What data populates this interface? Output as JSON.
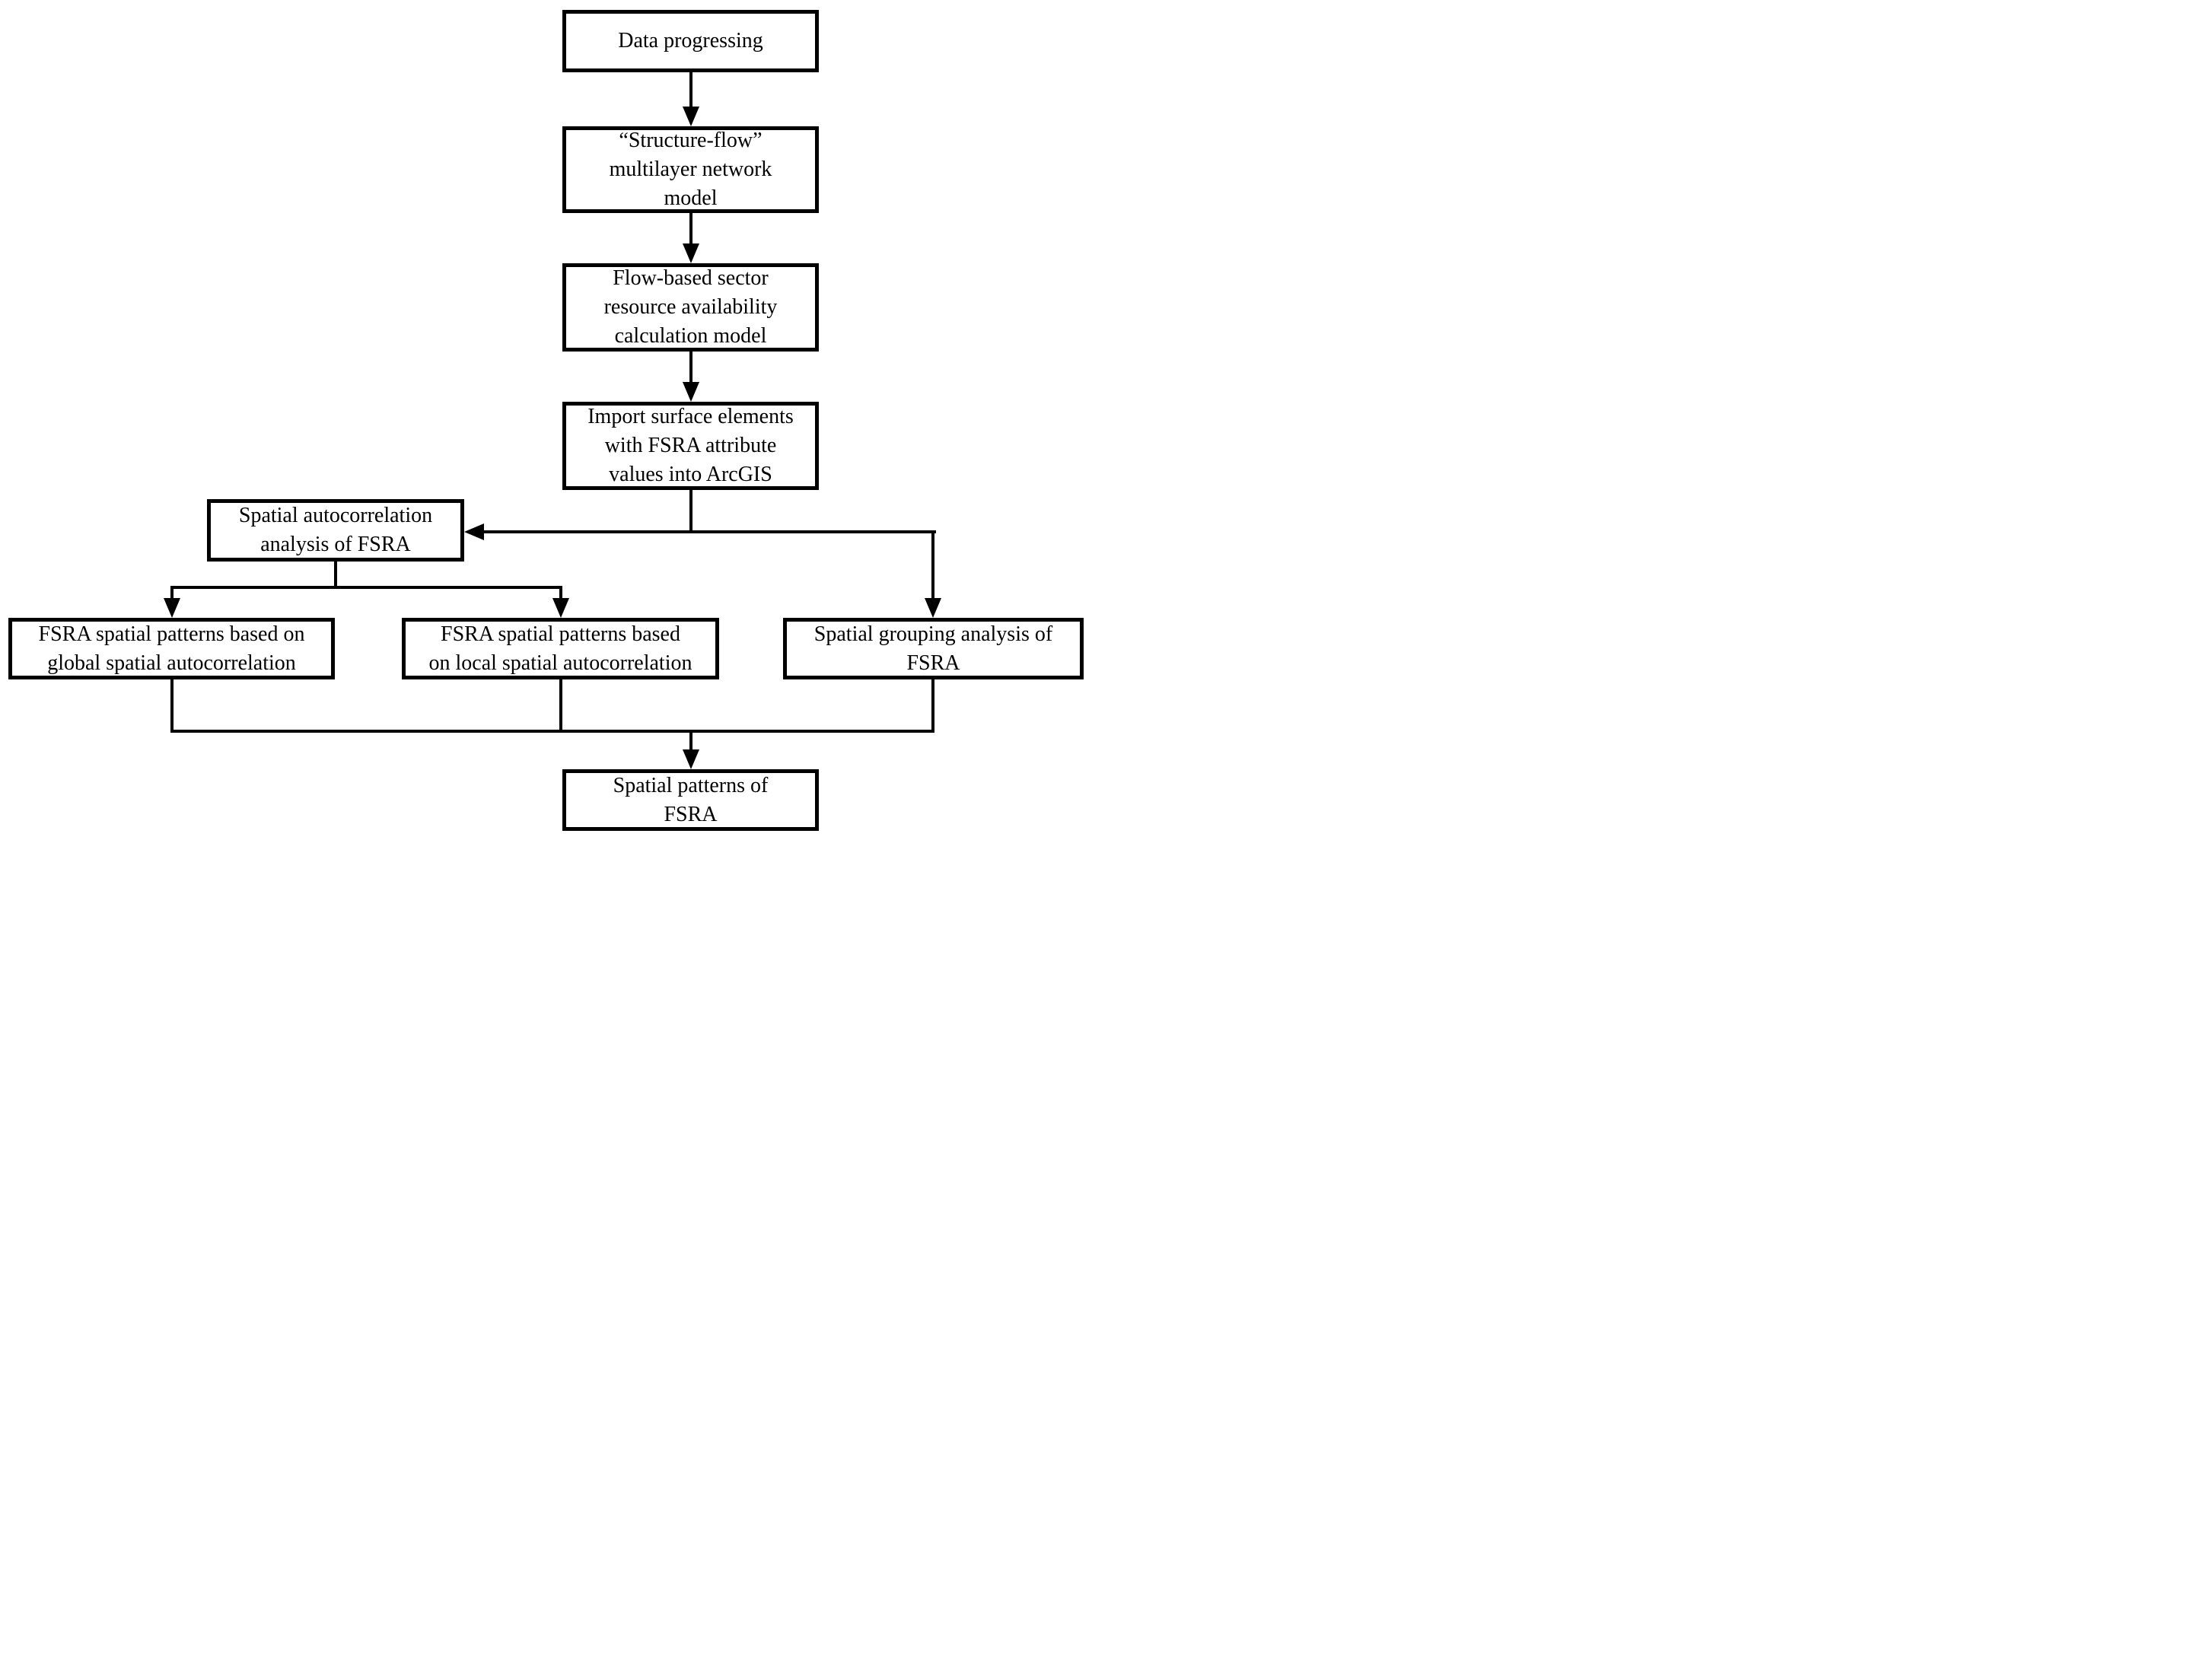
{
  "diagram": {
    "background_color": "#ffffff",
    "stroke_color": "#000000",
    "nodes": [
      {
        "id": "data-progressing",
        "label": "Data progressing"
      },
      {
        "id": "structure-flow-model",
        "label": "“Structure-flow”\nmultilayer network\nmodel"
      },
      {
        "id": "flow-based-calculation-model",
        "label": "Flow-based sector\nresource availability\ncalculation model"
      },
      {
        "id": "import-arcgis",
        "label": "Import surface elements\nwith FSRA attribute\nvalues into ArcGIS"
      },
      {
        "id": "spatial-autocorrelation-analysis",
        "label": "Spatial autocorrelation\nanalysis of FSRA"
      },
      {
        "id": "global-autocorrelation-patterns",
        "label": "FSRA spatial patterns based on\nglobal spatial autocorrelation"
      },
      {
        "id": "local-autocorrelation-patterns",
        "label": "FSRA spatial patterns based\non local spatial autocorrelation"
      },
      {
        "id": "spatial-grouping-analysis",
        "label": "Spatial grouping analysis of\nFSRA"
      },
      {
        "id": "spatial-patterns-of-fsra",
        "label": "Spatial patterns of\nFSRA"
      }
    ],
    "edges": [
      {
        "from": "data-progressing",
        "to": "structure-flow-model"
      },
      {
        "from": "structure-flow-model",
        "to": "flow-based-calculation-model"
      },
      {
        "from": "flow-based-calculation-model",
        "to": "import-arcgis"
      },
      {
        "from": "import-arcgis",
        "to": "spatial-autocorrelation-analysis"
      },
      {
        "from": "import-arcgis",
        "to": "spatial-grouping-analysis"
      },
      {
        "from": "spatial-autocorrelation-analysis",
        "to": "global-autocorrelation-patterns"
      },
      {
        "from": "spatial-autocorrelation-analysis",
        "to": "local-autocorrelation-patterns"
      },
      {
        "from": "global-autocorrelation-patterns",
        "to": "spatial-patterns-of-fsra"
      },
      {
        "from": "local-autocorrelation-patterns",
        "to": "spatial-patterns-of-fsra"
      },
      {
        "from": "spatial-grouping-analysis",
        "to": "spatial-patterns-of-fsra"
      }
    ]
  }
}
